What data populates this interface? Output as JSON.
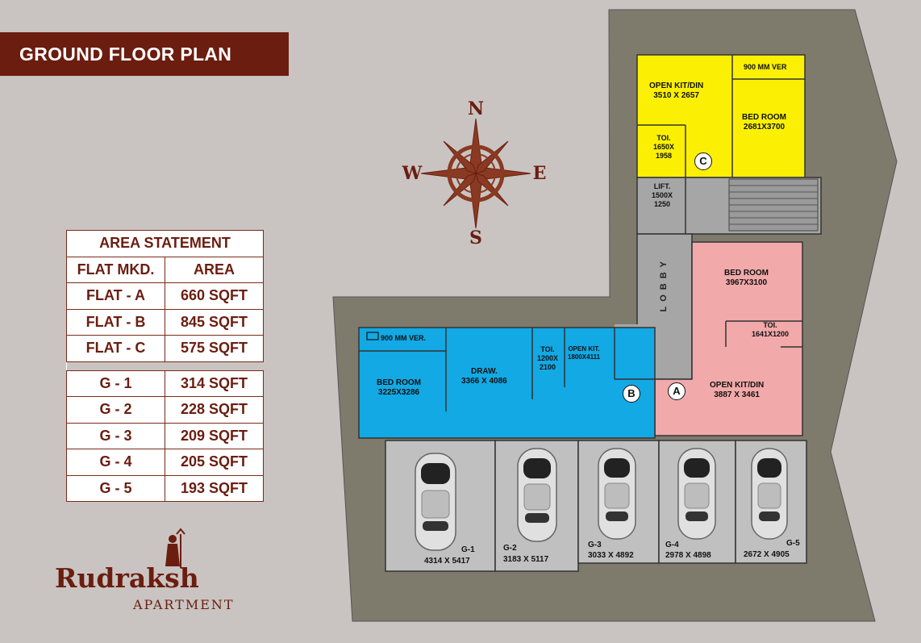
{
  "title": "GROUND FLOOR PLAN",
  "compass": {
    "n": "N",
    "s": "S",
    "e": "E",
    "w": "W"
  },
  "area_statement": {
    "heading": "AREA STATEMENT",
    "col_flat": "FLAT MKD.",
    "col_area": "AREA",
    "flats": [
      {
        "name": "FLAT - A",
        "area": "660 SQFT"
      },
      {
        "name": "FLAT - B",
        "area": "845 SQFT"
      },
      {
        "name": "FLAT - C",
        "area": "575 SQFT"
      }
    ],
    "garages": [
      {
        "name": "G - 1",
        "area": "314 SQFT"
      },
      {
        "name": "G - 2",
        "area": "228 SQFT"
      },
      {
        "name": "G - 3",
        "area": "209 SQFT"
      },
      {
        "name": "G - 4",
        "area": "205 SQFT"
      },
      {
        "name": "G - 5",
        "area": "193 SQFT"
      }
    ]
  },
  "plan": {
    "flat_c": {
      "marker": "C",
      "kit_name": "OPEN KIT/DIN",
      "kit_size": "3510 X 2657",
      "bed_name": "BED ROOM",
      "bed_size": "2681X3700",
      "toi_name": "TOI.",
      "toi_size_1": "1650X",
      "toi_size_2": "1958",
      "ver": "900 MM VER"
    },
    "lift": {
      "name": "LIFT.",
      "size_1": "1500X",
      "size_2": "1250"
    },
    "lobby": "LOBBY",
    "flat_a": {
      "marker": "A",
      "bed_name": "BED ROOM",
      "bed_size": "3967X3100",
      "toi_name": "TOI.",
      "toi_size": "1641X1200",
      "kit_name": "OPEN KIT/DIN",
      "kit_size": "3887 X 3461"
    },
    "flat_b": {
      "marker": "B",
      "ver": "900 MM VER.",
      "bed_name": "BED ROOM",
      "bed_size": "3225X3286",
      "draw_name": "DRAW.",
      "draw_size": "3366 X 4086",
      "toi_name": "TOI.",
      "toi_size_1": "1200X",
      "toi_size_2": "2100",
      "kit_name": "OPEN KIT.",
      "kit_size": "1800X4111"
    },
    "garages": [
      {
        "name": "G-1",
        "size": "4314 X 5417"
      },
      {
        "name": "G-2",
        "size": "3183 X 5117"
      },
      {
        "name": "G-3",
        "size": "3033 X 4892"
      },
      {
        "name": "G-4",
        "size": "2978 X 4898"
      },
      {
        "name": "G-5",
        "size": "2672 X 4905"
      }
    ]
  },
  "logo": {
    "name": "Rudraksh",
    "sub": "APARTMENT"
  },
  "colors": {
    "banner": "#6b1d10",
    "background": "#c9c4c1",
    "ground": "#7e7b6d",
    "flat_a": "#f1a9aa",
    "flat_b": "#12a9e4",
    "flat_c": "#fbf003",
    "common": "#a6a6a6",
    "garage": "#c1c0c0"
  }
}
